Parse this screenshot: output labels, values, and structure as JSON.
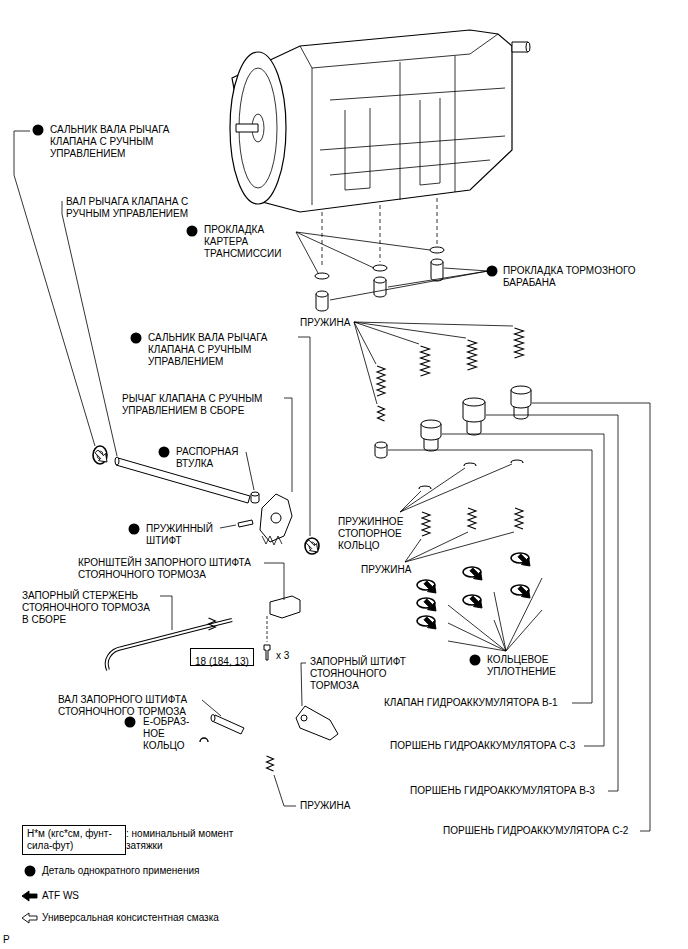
{
  "diagram": {
    "nodes": [
      {
        "text": [
          "18 (184, 13)"
        ]
      },
      {
        "text": [
          "Н*м (кгс*см, фунт-сила-фут)"
        ]
      }
    ],
    "labels": [
      "САЛЬНИК ВАЛА РЫЧАГА КЛАПАНА С РУЧНЫМ УПРАВЛЕНИЕМ",
      "ВАЛ РЫЧАГА КЛАПАНА С РУЧНЫМ УПРАВЛЕНИЕМ",
      "ПРОКЛАДКА КАРТЕРА ТРАНСМИССИИ",
      "ПРОКЛАДКА ТОРМОЗНОГО БАРАБАНА",
      "ПРУЖИНА",
      "САЛЬНИК ВАЛА РЫЧАГА КЛАПАНА С РУЧНЫМ УПРАВЛЕНИЕМ",
      "РЫЧАГ КЛАПАНА С РУЧНЫМ УПРАВЛЕНИЕМ В СБОРЕ",
      "РАСПОРНАЯ ВТУЛКА",
      "ПРУЖИННЫЙ ШТИФТ",
      "ПРУЖИННОЕ СТОПОРНОЕ КОЛЬЦО",
      "ПРУЖИНА",
      "КРОНШТЕЙН ЗАПОРНОГО ШТИФТА СТОЯНОЧНОГО ТОРМОЗА",
      "ЗАПОРНЫЙ СТЕРЖЕНЬ СТОЯНОЧНОГО ТОРМОЗА В СБОРЕ",
      "КОЛЬЦЕВОЕ УПЛОТНЕНИЕ",
      "x 3",
      "ЗАПОРНЫЙ ШТИФТ СТОЯНОЧНОГО ТОРМОЗА",
      "ВАЛ ЗАПОРНОГО ШТИФТА СТОЯНОЧНОГО ТОРМОЗА",
      "КЛАПАН ГИДРОАККУМУЛЯТОРА B-1",
      "Е-ОБРАЗ- НОЕ КОЛЬЦО",
      "ПОРШЕНЬ ГИДРОАККУМУЛЯТОРА C-3",
      "ПРУЖИНА",
      "ПОРШЕНЬ ГИДРОАККУМУЛЯТОРА B-3",
      "ПОРШЕНЬ ГИДРОАККУМУЛЯТОРА C-2",
      "P"
    ],
    "legend": [
      {
        "text": ": номинальный момент затяжки"
      },
      {
        "text": "Деталь однократного применения"
      },
      {
        "text": "ATF WS"
      },
      {
        "text": "Универсальная консистентная смазка"
      }
    ]
  }
}
